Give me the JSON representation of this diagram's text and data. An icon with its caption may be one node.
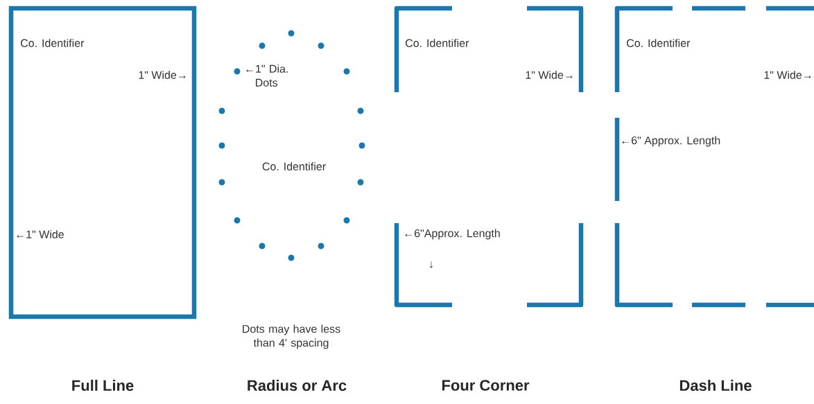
{
  "diagram": {
    "nodes": [
      {
        "text": [
          "Co. Identifier",
          "1\" Wide→",
          "←1\" Wide",
          "Full Line"
        ]
      },
      {
        "text": [
          "←1\" Dia. Dots",
          "Co. Identifier",
          "Dots may have less than 4' spacing",
          "Radius or Arc"
        ]
      },
      {
        "text": [
          "Co. Identifier",
          "1\" Wide→",
          "←6\"Approx. Length",
          "↓",
          "Four Corner"
        ]
      },
      {
        "text": [
          "Co. Identifier",
          "1\" Wide→",
          "←6\" Approx. Length",
          "Dash Line"
        ]
      }
    ]
  }
}
